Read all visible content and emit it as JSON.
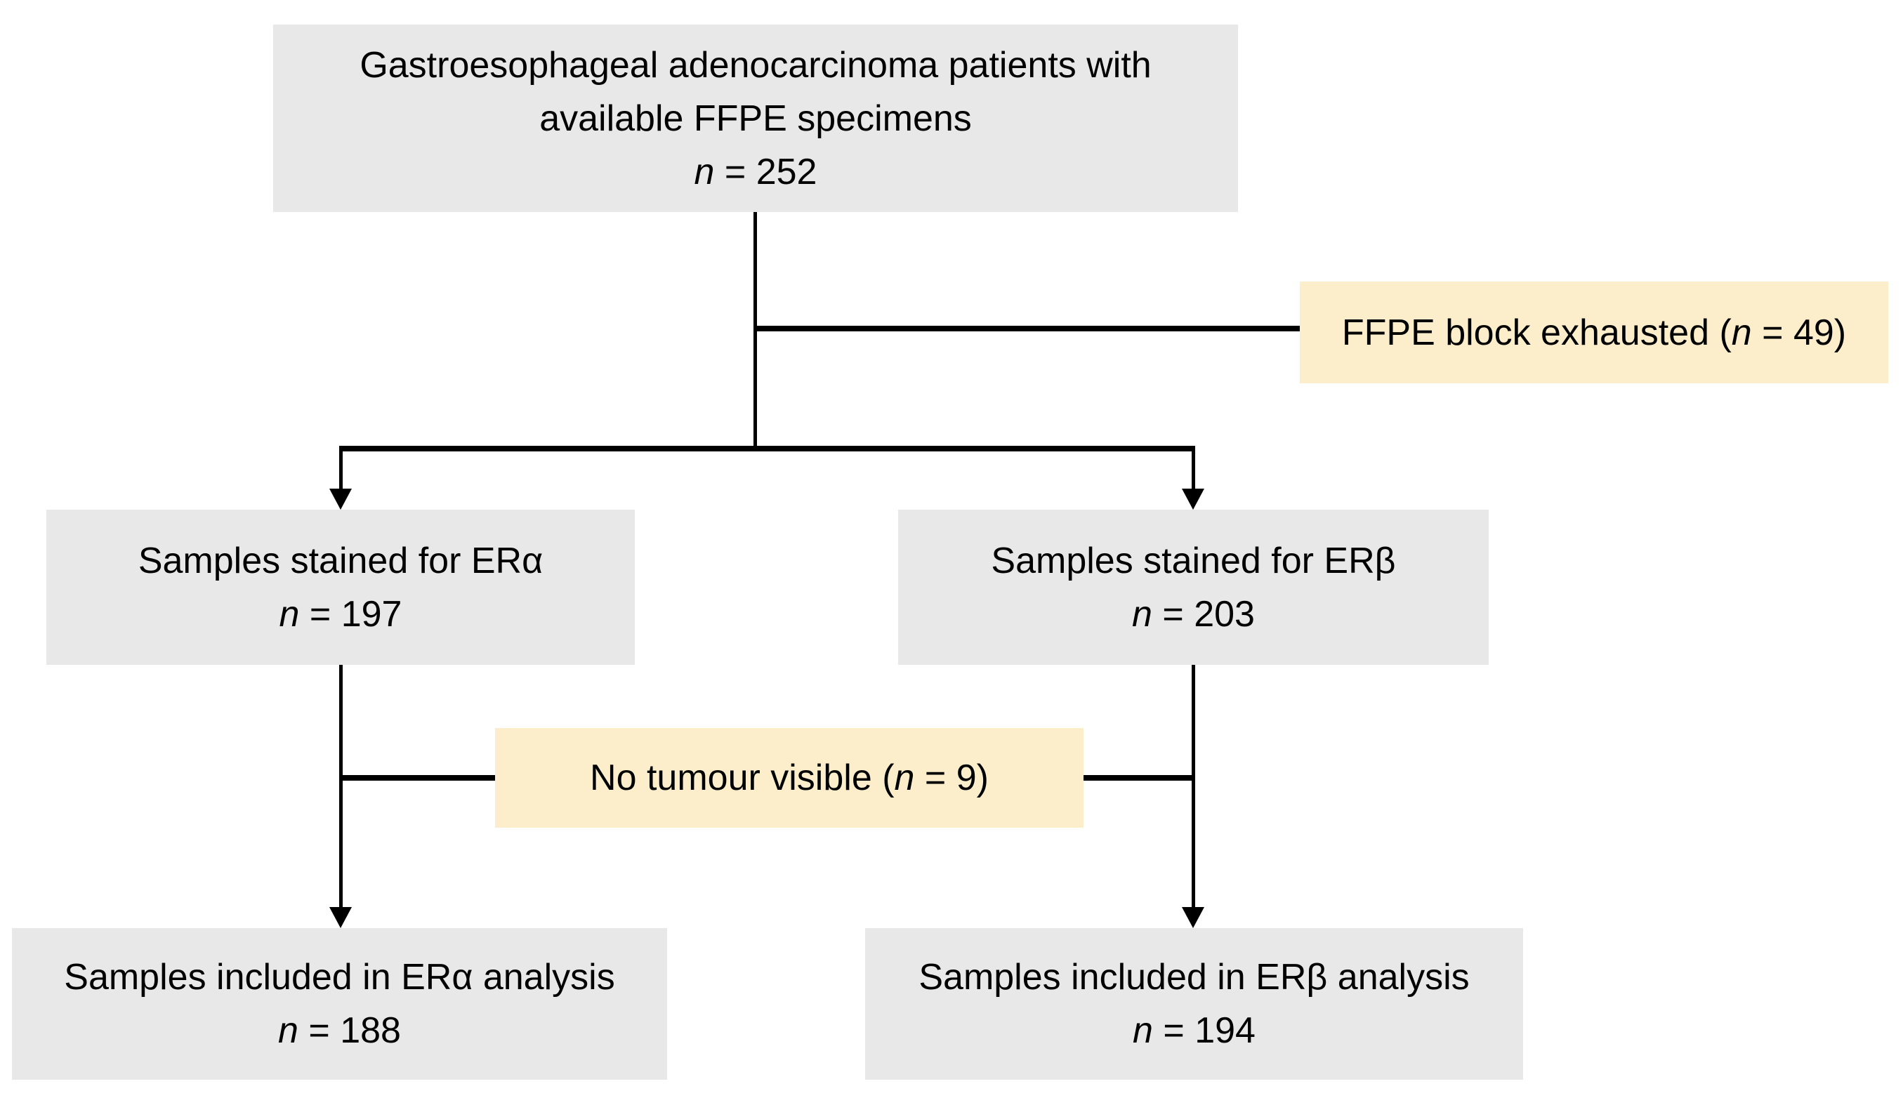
{
  "diagram": {
    "colors": {
      "node_fill": "#e8e8e8",
      "exclusion_fill": "#fceeca",
      "line_color": "#000000",
      "text_color": "#000000",
      "background": "#ffffff"
    },
    "nodes": {
      "root": {
        "line1": "Gastroesophageal adenocarcinoma patients with",
        "line2": "available FFPE specimens",
        "n_italic": "n",
        "n_text": " = 252"
      },
      "stained_alpha": {
        "line1": "Samples stained for ERα",
        "n_italic": "n",
        "n_text": " = 197"
      },
      "stained_beta": {
        "line1": "Samples stained for ERβ",
        "n_italic": "n",
        "n_text": " = 203"
      },
      "included_alpha": {
        "line1": "Samples included in ERα analysis",
        "n_italic": "n",
        "n_text": " = 188"
      },
      "included_beta": {
        "line1": "Samples included in ERβ analysis",
        "n_italic": "n",
        "n_text": " = 194"
      }
    },
    "exclusions": {
      "ffpe_exhausted": {
        "prefix": "FFPE block exhausted (",
        "n_italic": "n",
        "suffix": " = 49)"
      },
      "no_tumour": {
        "prefix": "No tumour visible (",
        "n_italic": "n",
        "suffix": " = 9)"
      }
    }
  }
}
